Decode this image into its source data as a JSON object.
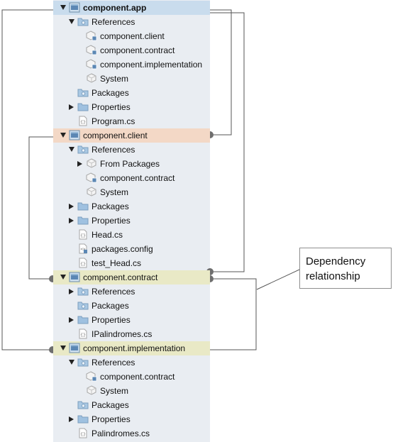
{
  "tree": [
    {
      "label": "component.app",
      "depth": 0,
      "toggle": "down",
      "icon": "project-icon",
      "bold": true,
      "highlight": "blue"
    },
    {
      "label": "References",
      "depth": 1,
      "toggle": "down",
      "icon": "references-folder-icon"
    },
    {
      "label": "component.client",
      "depth": 2,
      "toggle": "none",
      "icon": "reference-icon"
    },
    {
      "label": "component.contract",
      "depth": 2,
      "toggle": "none",
      "icon": "reference-icon"
    },
    {
      "label": "component.implementation",
      "depth": 2,
      "toggle": "none",
      "icon": "reference-icon"
    },
    {
      "label": "System",
      "depth": 2,
      "toggle": "none",
      "icon": "package-ref-icon"
    },
    {
      "label": "Packages",
      "depth": 1,
      "toggle": "none",
      "icon": "packages-folder-icon"
    },
    {
      "label": "Properties",
      "depth": 1,
      "toggle": "right",
      "icon": "folder-icon"
    },
    {
      "label": "Program.cs",
      "depth": 1,
      "toggle": "none",
      "icon": "code-file-icon"
    },
    {
      "label": "component.client",
      "depth": 0,
      "toggle": "down",
      "icon": "project-icon",
      "highlight": "orange"
    },
    {
      "label": "References",
      "depth": 1,
      "toggle": "down",
      "icon": "references-folder-icon"
    },
    {
      "label": "From Packages",
      "depth": 2,
      "toggle": "right",
      "icon": "package-ref-icon"
    },
    {
      "label": "component.contract",
      "depth": 2,
      "toggle": "none",
      "icon": "reference-icon"
    },
    {
      "label": "System",
      "depth": 2,
      "toggle": "none",
      "icon": "package-ref-icon"
    },
    {
      "label": "Packages",
      "depth": 1,
      "toggle": "right",
      "icon": "folder-icon"
    },
    {
      "label": "Properties",
      "depth": 1,
      "toggle": "right",
      "icon": "folder-icon"
    },
    {
      "label": "Head.cs",
      "depth": 1,
      "toggle": "none",
      "icon": "code-file-icon"
    },
    {
      "label": "packages.config",
      "depth": 1,
      "toggle": "none",
      "icon": "config-file-icon"
    },
    {
      "label": "test_Head.cs",
      "depth": 1,
      "toggle": "none",
      "icon": "code-file-icon"
    },
    {
      "label": "component.contract",
      "depth": 0,
      "toggle": "down",
      "icon": "project-icon",
      "highlight": "yellow"
    },
    {
      "label": "References",
      "depth": 1,
      "toggle": "right",
      "icon": "references-folder-icon"
    },
    {
      "label": "Packages",
      "depth": 1,
      "toggle": "none",
      "icon": "packages-folder-icon"
    },
    {
      "label": "Properties",
      "depth": 1,
      "toggle": "right",
      "icon": "folder-icon"
    },
    {
      "label": "IPalindromes.cs",
      "depth": 1,
      "toggle": "none",
      "icon": "code-file-icon"
    },
    {
      "label": "component.implementation",
      "depth": 0,
      "toggle": "down",
      "icon": "project-icon",
      "highlight": "yellow"
    },
    {
      "label": "References",
      "depth": 1,
      "toggle": "down",
      "icon": "references-folder-icon"
    },
    {
      "label": "component.contract",
      "depth": 2,
      "toggle": "none",
      "icon": "reference-icon"
    },
    {
      "label": "System",
      "depth": 2,
      "toggle": "none",
      "icon": "package-ref-icon"
    },
    {
      "label": "Packages",
      "depth": 1,
      "toggle": "none",
      "icon": "packages-folder-icon"
    },
    {
      "label": "Properties",
      "depth": 1,
      "toggle": "right",
      "icon": "folder-icon"
    },
    {
      "label": "Palindromes.cs",
      "depth": 1,
      "toggle": "none",
      "icon": "code-file-icon"
    }
  ],
  "annotation": {
    "line1": "Dependency",
    "line2": "relationship"
  },
  "colors": {
    "panel": "#e9edf2",
    "highlight_blue": "#c9dced",
    "highlight_orange": "#f3d8c6",
    "highlight_yellow": "#e9e9c6",
    "connector": "#555555",
    "dot": "#6e6e6e"
  }
}
